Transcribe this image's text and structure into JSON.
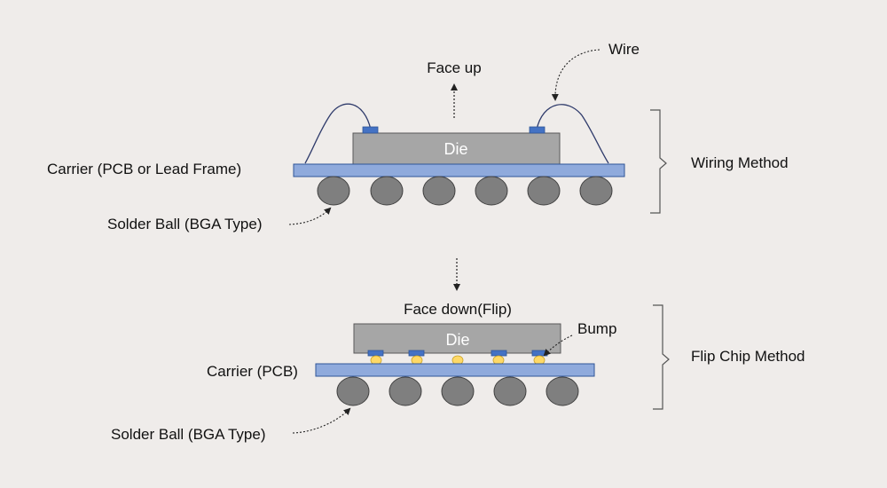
{
  "top": {
    "face_label": "Face up",
    "wire_label": "Wire",
    "die_label": "Die",
    "carrier_label": "Carrier (PCB or Lead Frame)",
    "solder_label": "Solder Ball (BGA Type)",
    "method_label": "Wiring Method"
  },
  "bottom": {
    "face_label": "Face down(Flip)",
    "bump_label": "Bump",
    "die_label": "Die",
    "carrier_label": "Carrier (PCB)",
    "solder_label": "Solder Ball (BGA Type)",
    "method_label": "Flip Chip Method"
  },
  "colors": {
    "background": "#efecea",
    "carrier": "#8faadc",
    "carrier_stroke": "#2f5597",
    "die": "#a6a6a6",
    "die_stroke": "#595959",
    "solder_ball": "#7f7f7f",
    "pad": "#4472c4",
    "bump": "#ffd966"
  }
}
